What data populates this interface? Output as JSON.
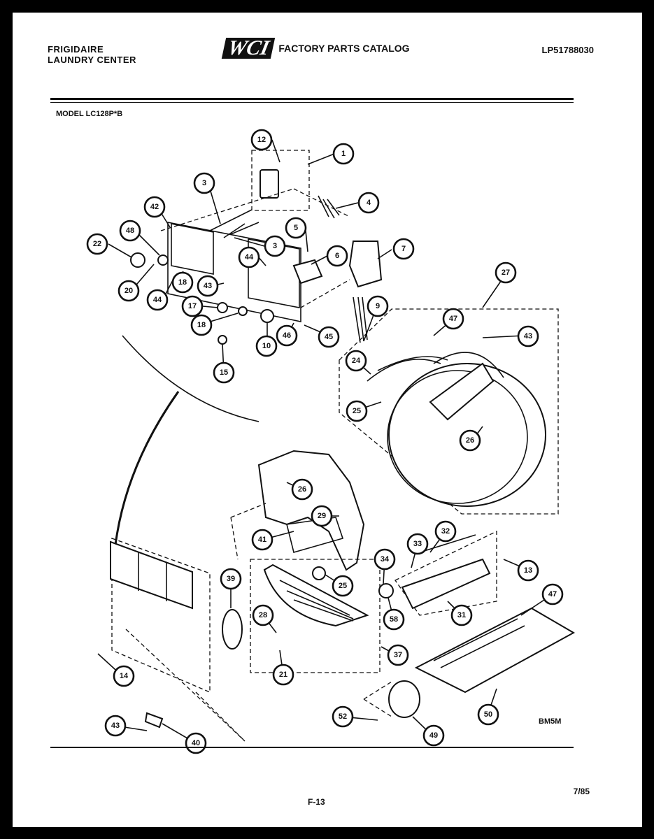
{
  "header": {
    "brand_line1": "FRIGIDAIRE",
    "brand_line2": "LAUNDRY CENTER",
    "logo": "WCI",
    "catalog_title": "FACTORY PARTS CATALOG",
    "publication_no": "LP51788030"
  },
  "model_label": "MODEL LC128P*B",
  "diagram_code": "BM5M",
  "footer": {
    "page_number": "F-13",
    "date": "7/85"
  },
  "callouts": [
    "12",
    "1",
    "3",
    "4",
    "42",
    "48",
    "5",
    "22",
    "3",
    "6",
    "7",
    "44",
    "20",
    "18",
    "44",
    "43",
    "17",
    "18",
    "10",
    "46",
    "45",
    "15",
    "9",
    "27",
    "47",
    "43",
    "24",
    "25",
    "26",
    "26",
    "29",
    "41",
    "32",
    "33",
    "13",
    "34",
    "39",
    "25",
    "31",
    "58",
    "47",
    "28",
    "37",
    "21",
    "14",
    "52",
    "50",
    "49",
    "43",
    "40"
  ]
}
